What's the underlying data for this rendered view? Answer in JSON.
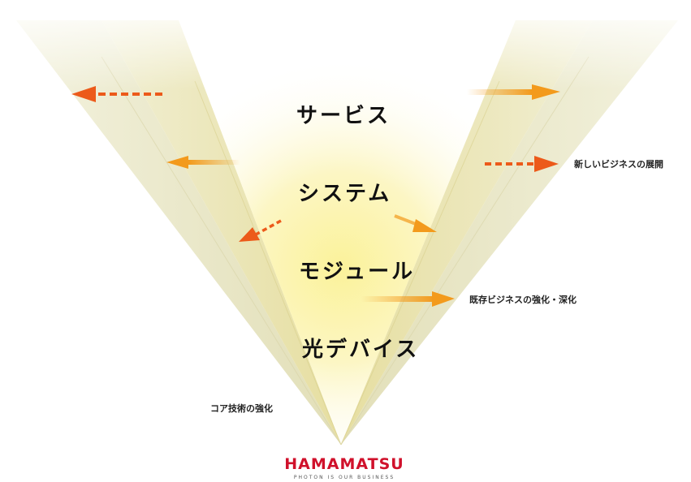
{
  "layers": [
    {
      "label": "サービス"
    },
    {
      "label": "システム"
    },
    {
      "label": "モジュール"
    },
    {
      "label": "光デバイス"
    }
  ],
  "notes": {
    "new_business": "新しいビジネスの展開",
    "existing_business": "既存ビジネスの強化・深化",
    "core_tech": "コア技術の強化"
  },
  "brand": {
    "name": "HAMAMATSU",
    "tagline": "PHOTON IS OUR BUSINESS"
  },
  "colors": {
    "core_glow": "#fbf29a",
    "band_outer": "#ecebc8",
    "band_inner": "#e8e2a4",
    "arrow_orange": "#f39a1c",
    "arrow_red": "#ec5a1a",
    "brand_red": "#d0112b"
  }
}
